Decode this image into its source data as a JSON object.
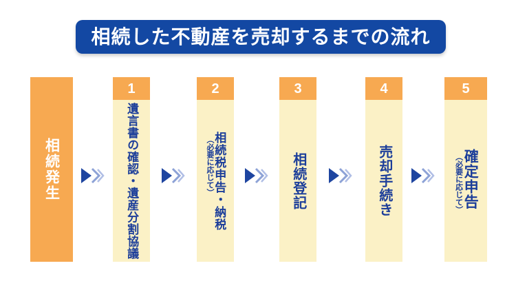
{
  "title": "相続した不動産を売却するまでの流れ",
  "colors": {
    "title_background": "#1348a3",
    "title_text": "#ffffff",
    "step_header_orange": "#f7a951",
    "start_column_orange": "#f7a951",
    "step_body_cream": "#fbf1c6",
    "step_text_blue": "#1c3e9a",
    "arrow_dark_blue": "#1e45a0",
    "arrow_light_blue": "#8da2d6",
    "arrow_lighter_blue": "#b0bee5"
  },
  "flow": {
    "start": {
      "label": "相続発生"
    },
    "steps": [
      {
        "number": "1",
        "label": "遺言書の確認・遺産分割協議"
      },
      {
        "number": "2",
        "label": "相続税申告・納税",
        "note": "（必要に応じて）"
      },
      {
        "number": "3",
        "label": "相続登記"
      },
      {
        "number": "4",
        "label": "売却手続き"
      },
      {
        "number": "5",
        "label": "確定申告",
        "note": "（必要に応じて）"
      }
    ],
    "arrow_icon": "triple-chevron-right-icon"
  }
}
